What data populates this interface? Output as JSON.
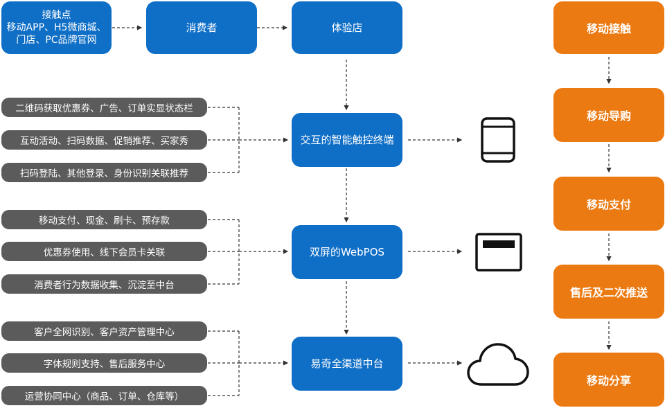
{
  "top_row": {
    "touchpoint_title": "接触点",
    "touchpoint_line2": "移动APP、H5微商城、",
    "touchpoint_line3": "门店、PC品牌官网",
    "consumer": "消费者",
    "store": "体验店"
  },
  "center": {
    "terminal": "交互的智能触控终端",
    "webpos": "双屏的WebPOS",
    "platform": "易奇全渠道中台"
  },
  "terminal_features": [
    "二维码获取优惠券、广告、订单实显状态栏",
    "互动活动、扫码数据、促销推荐、买家秀",
    "扫码登陆、其他登录、身份识别关联推荐"
  ],
  "webpos_features": [
    "移动支付、现金、刷卡、预存款",
    "优惠券使用、线下会员卡关联",
    "消费者行为数据收集、沉淀至中台"
  ],
  "platform_features": [
    "客户全网识别、客户资产管理中心",
    "字体规则支持、售后服务中心",
    "运营协同中心（商品、订单、仓库等）"
  ],
  "right_flow": [
    "移动接触",
    "移动导购",
    "移动支付",
    "售后及二次推送",
    "移动分享"
  ],
  "icons": [
    "tablet-icon",
    "pos-screen-icon",
    "cloud-icon"
  ],
  "colors": {
    "blue": "#0f6ec6",
    "orange": "#ec7a12",
    "gray": "#5b5b5b",
    "line": "#333333"
  }
}
